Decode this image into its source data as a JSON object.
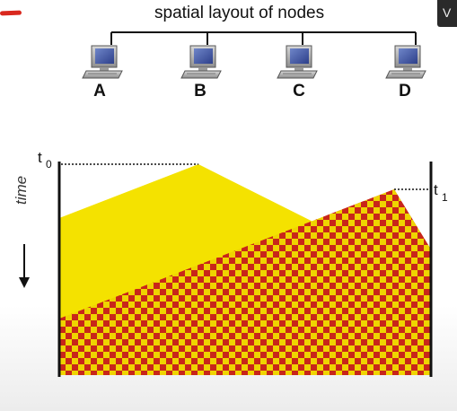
{
  "header": {
    "tab_letter": "V"
  },
  "diagram": {
    "title": "spatial layout of nodes",
    "nodes": [
      {
        "label": "A"
      },
      {
        "label": "B"
      },
      {
        "label": "C"
      },
      {
        "label": "D"
      }
    ]
  },
  "timeline": {
    "axis_label": "time",
    "t0": {
      "letter": "t",
      "sub": "0"
    },
    "t1": {
      "letter": "t",
      "sub": "1"
    }
  },
  "colors": {
    "yellow_signal": "#f4e200",
    "red_signal": "#d93218",
    "checker_red": "#c8261a",
    "checker_yellow": "#efd400",
    "pen_mark": "#d9281e"
  }
}
